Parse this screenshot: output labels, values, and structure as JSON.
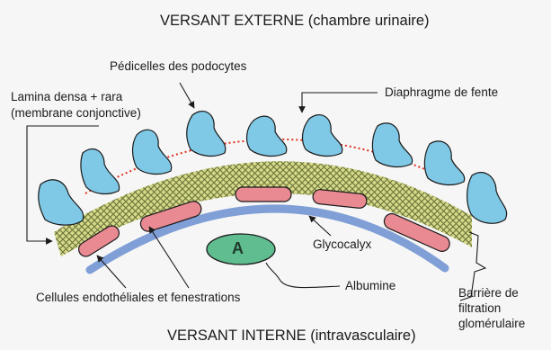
{
  "labels": {
    "top_title": "VERSANT EXTERNE (chambre urinaire)",
    "bottom_title": "VERSANT INTERNE (intravasculaire)",
    "pedicels": "Pédicelles des podocytes",
    "lamina_line1": "Lamina densa + rara",
    "lamina_line2": "(membrane conjonctive)",
    "slit": "Diaphragme de fente",
    "glycocalyx": "Glycocalyx",
    "albumin": "Albumine",
    "albumin_letter": "A",
    "endothelial": "Cellules endothéliales et fenestrations",
    "barrier": "Barrière de\nfiltration\nglomérulaire"
  },
  "colors": {
    "background": "#f6f6f6",
    "podocyte": "#7fc8e6",
    "basement_membrane": "#d6d98a",
    "basement_hatch": "#55602a",
    "slit_diaphragm": "#e0301e",
    "endothelial_cell": "#e98a92",
    "glycocalyx": "#7f9fd6",
    "albumin": "#5fbd8f",
    "outline": "#1b1b1b"
  }
}
